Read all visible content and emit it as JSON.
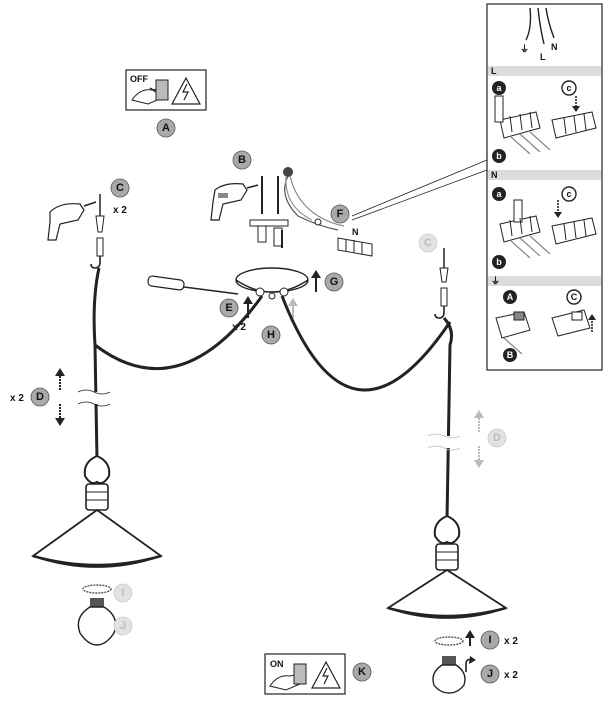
{
  "steps": {
    "A": {
      "letter": "A",
      "faded": false
    },
    "B": {
      "letter": "B",
      "faded": false
    },
    "C_left": {
      "letter": "C",
      "faded": false,
      "multiplier": "x 2"
    },
    "C_right": {
      "letter": "C",
      "faded": true
    },
    "D_left": {
      "letter": "D",
      "faded": false,
      "multiplier": "x 2"
    },
    "D_right": {
      "letter": "D",
      "faded": true
    },
    "E": {
      "letter": "E",
      "faded": false,
      "multiplier": "x 2"
    },
    "F": {
      "letter": "F",
      "faded": false
    },
    "G": {
      "letter": "G",
      "faded": false
    },
    "H": {
      "letter": "H",
      "faded": false
    },
    "I_left": {
      "letter": "I",
      "faded": true
    },
    "I_right": {
      "letter": "I",
      "faded": false,
      "multiplier": "x 2"
    },
    "J_left": {
      "letter": "J",
      "faded": true
    },
    "J_right": {
      "letter": "J",
      "faded": false,
      "multiplier": "x 2"
    },
    "K": {
      "letter": "K",
      "faded": false
    }
  },
  "power_switch": {
    "off_label": "OFF",
    "on_label": "ON"
  },
  "wiring_inset": {
    "wire_labels": {
      "earth": "⏚",
      "live": "L",
      "neutral": "N"
    },
    "connector_terminal_label": "N",
    "sections": [
      {
        "title": "L",
        "steps": [
          "a",
          "b",
          "c"
        ]
      },
      {
        "title": "N",
        "steps": [
          "a",
          "b",
          "c"
        ]
      },
      {
        "title": "⏚",
        "steps": [
          "A",
          "B",
          "C"
        ]
      }
    ]
  },
  "colors": {
    "badge_fill": "#a9a9a9",
    "badge_faded_fill": "#e2e2e2",
    "line": "#1a1a1a",
    "section_bar": "#dcdcdc"
  }
}
